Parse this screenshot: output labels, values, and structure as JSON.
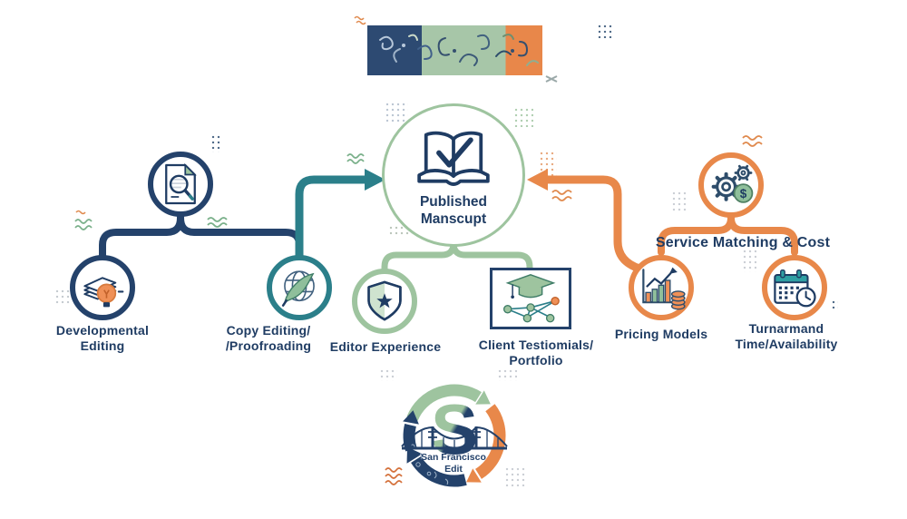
{
  "colors": {
    "navy": "#24426b",
    "teal": "#2b7f8a",
    "sage_green": "#9ec49f",
    "orange": "#e8884a",
    "text_navy": "#1f3c63"
  },
  "banner": {
    "icon": "abstract-doodle-banner"
  },
  "nodes": {
    "published_manuscript": {
      "label": "Published\nManscupt",
      "icon": "open-book-check-icon"
    },
    "manuscript_review": {
      "icon": "document-magnifier-icon"
    },
    "developmental_editing": {
      "label": "Developmental\nEditing",
      "icon": "papers-lightbulb-icon"
    },
    "copy_editing": {
      "label": "Copy Editing/\n/Proofroading",
      "icon": "quill-globe-icon"
    },
    "editor_experience": {
      "label": "Editor Experience",
      "icon": "shield-star-icon"
    },
    "client_testimonials": {
      "label": "Client Testiomials/\nPortfolio",
      "icon": "graduation-network-icon"
    },
    "service_matching": {
      "heading": "Service Matching & Cost",
      "icon": "gears-dollar-icon"
    },
    "pricing_models": {
      "label": "Pricing Models",
      "icon": "chart-coins-icon"
    },
    "turnaround": {
      "label": "Turnarmand\nTime/Availability",
      "icon": "calendar-clock-icon"
    }
  },
  "logo": {
    "monogram": "S",
    "name": "San Francisco\nEdit",
    "icon": "circular-arrows-bridge-logo"
  },
  "symbols": {
    "dollar": "$"
  }
}
